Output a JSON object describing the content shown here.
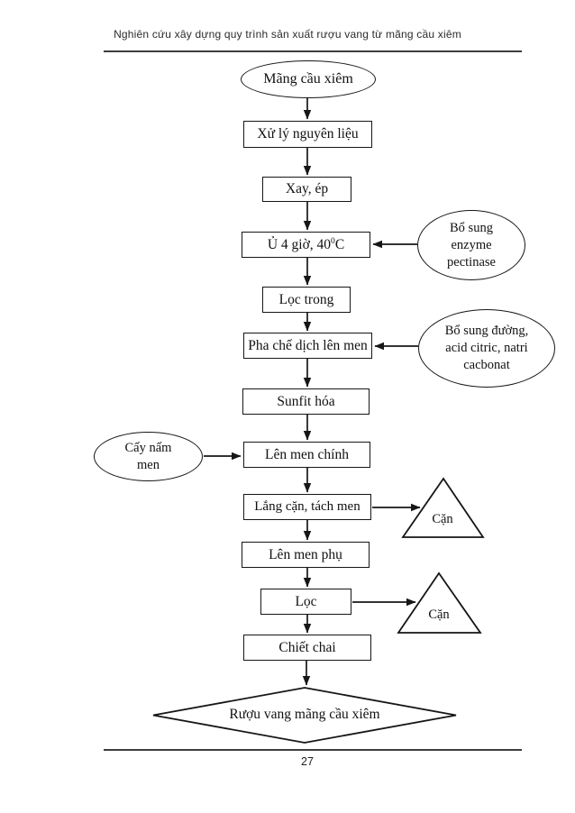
{
  "header": {
    "title": "Nghiên cứu xây dựng quy trình sản xuất rượu vang từ mãng cầu xiêm"
  },
  "footer": {
    "page_number": "27"
  },
  "colors": {
    "line": "#161616",
    "text": "#111111",
    "background": "#ffffff"
  },
  "flowchart": {
    "start": {
      "label": "Mãng cầu xiêm"
    },
    "steps": [
      {
        "label": "Xử lý nguyên liệu"
      },
      {
        "label": "Xay, ép"
      },
      {
        "label": "Ủ 4 giờ, 40",
        "sup": "0",
        "suffix": "C"
      },
      {
        "label": "Lọc trong"
      },
      {
        "label": "Pha chế dịch lên men"
      },
      {
        "label": "Sunfit hóa"
      },
      {
        "label": "Lên men chính"
      },
      {
        "label": "Lắng cặn, tách men"
      },
      {
        "label": "Lên men phụ"
      },
      {
        "label": "Lọc"
      },
      {
        "label": "Chiết chai"
      }
    ],
    "side_inputs": [
      {
        "lines": [
          "Bổ sung",
          "enzyme",
          "pectinase"
        ]
      },
      {
        "lines": [
          "Bổ sung đường,",
          "acid citric, natri",
          "cacbonat"
        ]
      },
      {
        "lines": [
          "Cấy nấm",
          "men"
        ]
      }
    ],
    "waste_outputs": [
      {
        "label": "Cặn"
      },
      {
        "label": "Cặn"
      }
    ],
    "end": {
      "label": "Rượu vang mãng cầu xiêm"
    }
  }
}
